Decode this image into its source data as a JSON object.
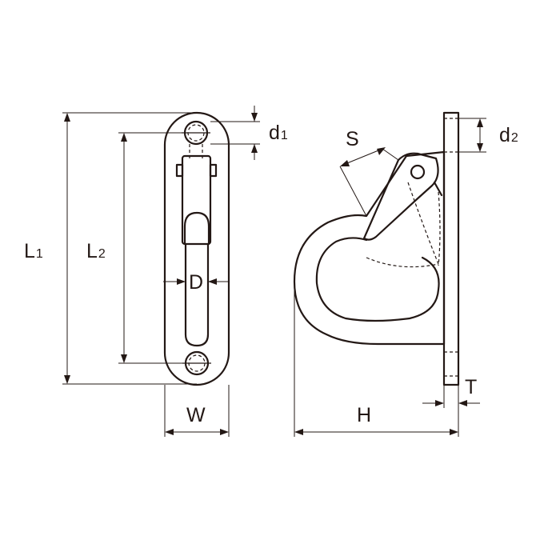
{
  "labels": {
    "L1": {
      "main": "L",
      "sub": "1"
    },
    "L2": {
      "main": "L",
      "sub": "2"
    },
    "d1": {
      "main": "d",
      "sub": "1"
    },
    "d2": {
      "main": "d",
      "sub": "2"
    },
    "D": "D",
    "W": "W",
    "S": "S",
    "H": "H",
    "T": "T"
  },
  "colors": {
    "line": "#231815",
    "background": "#ffffff"
  }
}
